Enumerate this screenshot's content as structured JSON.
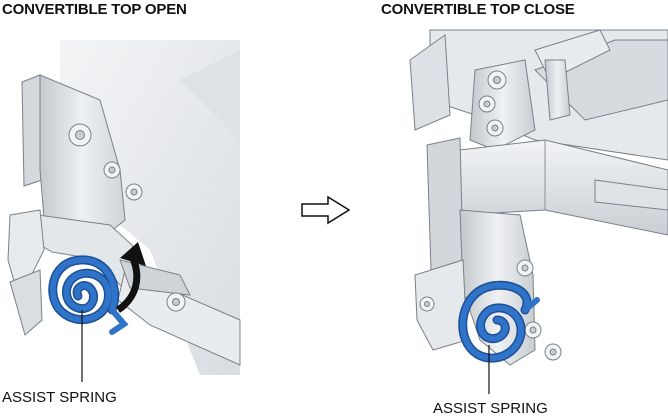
{
  "left": {
    "title": "CONVERTIBLE TOP OPEN",
    "callout": "ASSIST SPRING"
  },
  "right": {
    "title": "CONVERTIBLE TOP CLOSE",
    "callout": "ASSIST SPRING"
  },
  "colors": {
    "spring": "#2f74c8",
    "spring_dark": "#1c4f96",
    "rotation_arrow": "#111111",
    "metal_light": "#eceef0",
    "metal_mid": "#d2d6da",
    "metal_dark": "#a6acb2",
    "outline": "#7b8188"
  },
  "icons": {
    "transition": "outline-right-arrow-icon",
    "rotation": "curved-rotation-arrow-icon"
  }
}
